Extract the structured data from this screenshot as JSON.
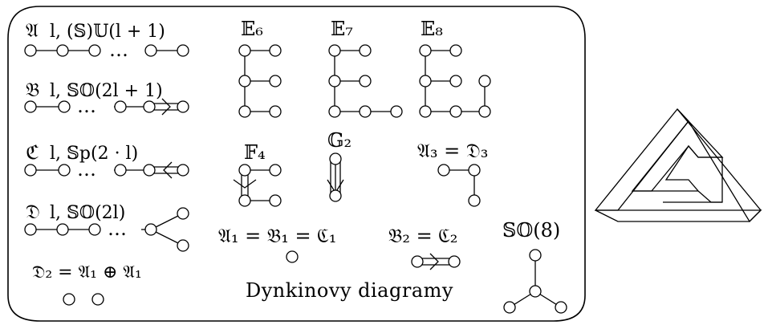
{
  "labels": {
    "A_l": "𝔄",
    "A_l_rest": "l, (𝕊)𝕌(l + 1)",
    "B_l": "𝔅",
    "B_l_rest": "l, 𝕊𝕆(2l + 1)",
    "C_l": "ℭ",
    "C_l_rest": "l, 𝕊p(2 · l)",
    "D_l": "𝔇",
    "D_l_rest": "l, 𝕊𝕆(2l)",
    "D2": "𝔇₂ = 𝔄₁ ⊕ 𝔄₁",
    "E6": "𝔼₆",
    "E7": "𝔼₇",
    "E8": "𝔼₈",
    "F4": "𝔽₄",
    "G2": "𝔾₂",
    "A3D3": "𝔄₃ = 𝔇₃",
    "A1B1C1": "𝔄₁ = 𝔅₁ = ℭ₁",
    "B2C2": "𝔅₂ = ℭ₂",
    "SO8": "𝕊𝕆(8)",
    "caption": "Dynkinovy diagramy",
    "dots": "…"
  },
  "colors": {
    "stroke": "#000000",
    "background": "#ffffff"
  }
}
